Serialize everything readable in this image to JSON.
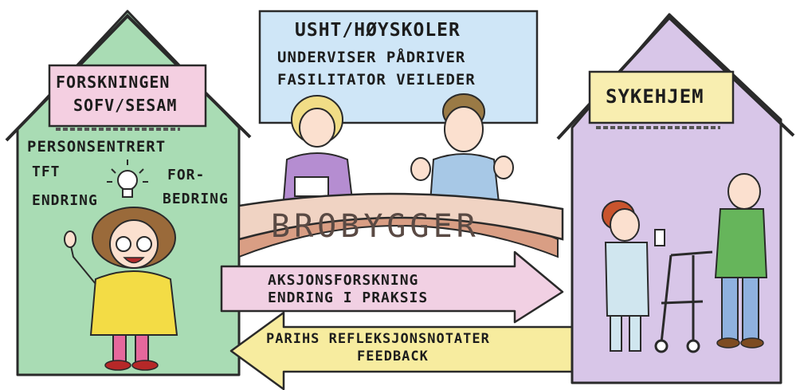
{
  "left_house": {
    "sign_line1": "FORSKNINGEN",
    "sign_line2": "SOFV/SESAM",
    "text_line1": "PERSONSENTRERT",
    "text_tft": "TFT",
    "text_endring": "ENDRING",
    "text_for": "FOR-",
    "text_bedring": "BEDRING"
  },
  "top_sign": {
    "line1": "USHT/HØYSKOLER",
    "line2": "UNDERVISER PÅDRIVER",
    "line3": "FASILITATOR VEILEDER"
  },
  "right_house": {
    "sign": "SYKEHJEM"
  },
  "bridge": {
    "label": "BROBYGGER"
  },
  "arrow_right": {
    "line1": "AKSJONSFORSKNING",
    "line2": "ENDRING I PRAKSIS"
  },
  "arrow_left": {
    "line1": "PARIHS REFLEKSJONSNOTATER",
    "line2": "FEEDBACK"
  },
  "colors": {
    "left_house": "#a9dcb4",
    "right_house": "#d8c6e8",
    "top_sign": "#cfe6f7",
    "pink_sign": "#f4cfe1",
    "yellow_sign": "#f8eeb0",
    "bridge": "#e9c8b3",
    "arrow_right": "#f1d0e3",
    "arrow_left": "#f7ec9f"
  }
}
